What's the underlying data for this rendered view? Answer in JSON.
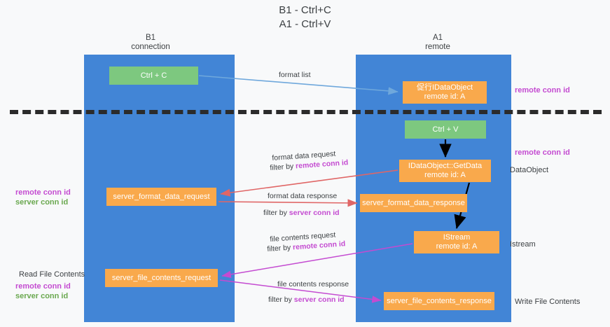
{
  "title": {
    "line1": "B1 - Ctrl+C",
    "line2": "A1 - Ctrl+V"
  },
  "columns": [
    {
      "id": "b1",
      "name": "B1",
      "role": "connection"
    },
    {
      "id": "a1",
      "name": "A1",
      "role": "remote"
    }
  ],
  "nodes": [
    {
      "id": "ctrl-c",
      "kind": "green",
      "line1": "Ctrl + C",
      "line2": ""
    },
    {
      "id": "idataobject",
      "kind": "orange",
      "line1": "促行IDataObject",
      "line2": "remote id: A"
    },
    {
      "id": "ctrl-v",
      "kind": "green",
      "line1": "Ctrl + V",
      "line2": ""
    },
    {
      "id": "getdata",
      "kind": "orange",
      "line1": "IDataObject::GetData",
      "line2": "remote id: A"
    },
    {
      "id": "format-data-request",
      "kind": "orange",
      "line1": "server_format_data_request",
      "line2": ""
    },
    {
      "id": "format-data-response",
      "kind": "orange",
      "line1": "server_format_data_response",
      "line2": ""
    },
    {
      "id": "istream",
      "kind": "orange",
      "line1": "IStream",
      "line2": "remote id: A"
    },
    {
      "id": "file-contents-request",
      "kind": "orange",
      "line1": "server_file_contents_request",
      "line2": ""
    },
    {
      "id": "file-contents-response",
      "kind": "orange",
      "line1": "server_file_contents_response",
      "line2": ""
    }
  ],
  "edge_labels": {
    "format_list": "format list",
    "format_data_request": "format data request",
    "format_data_request_filter_prefix": "filter by ",
    "format_data_request_filter_key": "remote conn id",
    "format_data_response": "format data response",
    "format_data_response_filter_prefix": "filter by ",
    "format_data_response_filter_key": "server conn id",
    "file_contents_request": "file contents request",
    "file_contents_request_filter_prefix": "filter by ",
    "file_contents_request_filter_key": "remote conn id",
    "file_contents_response": "file contents response",
    "file_contents_response_filter_prefix": "filter by ",
    "file_contents_response_filter_key": "server conn id"
  },
  "annotations": {
    "right": [
      {
        "id": "remote-conn-id-top",
        "text": "remote conn id",
        "color": "#c44bd1"
      },
      {
        "id": "remote-conn-id-middle",
        "text": "remote conn id",
        "color": "#c44bd1"
      },
      {
        "id": "dataobject",
        "text": "DataObject",
        "color": "#3c4043"
      },
      {
        "id": "istream",
        "text": "Istream",
        "color": "#3c4043"
      },
      {
        "id": "write-file-contents",
        "text": "Write File Contents",
        "color": "#3c4043"
      }
    ],
    "left": [
      {
        "id": "remote-conn-id-1",
        "text": "remote conn id",
        "color": "#c44bd1"
      },
      {
        "id": "server-conn-id-1",
        "text": "server conn id",
        "color": "#6aa84f"
      },
      {
        "id": "read-file-contents",
        "text": "Read File Contents",
        "color": "#3c4043"
      },
      {
        "id": "remote-conn-id-2",
        "text": "remote conn id",
        "color": "#c44bd1"
      },
      {
        "id": "server-conn-id-2",
        "text": "server conn id",
        "color": "#6aa84f"
      }
    ]
  },
  "colors": {
    "lane": "#4285d6",
    "green_node": "#7dc87f",
    "orange_node": "#f9a94c",
    "remote_key": "#c44bd1",
    "server_key": "#6aa84f",
    "arrow_blue": "#6fa8dc",
    "arrow_red": "#e06666",
    "arrow_magenta": "#c44bd1",
    "arrow_black": "#000000",
    "divider": "#2b2b2b",
    "background": "#f8f9fa"
  }
}
